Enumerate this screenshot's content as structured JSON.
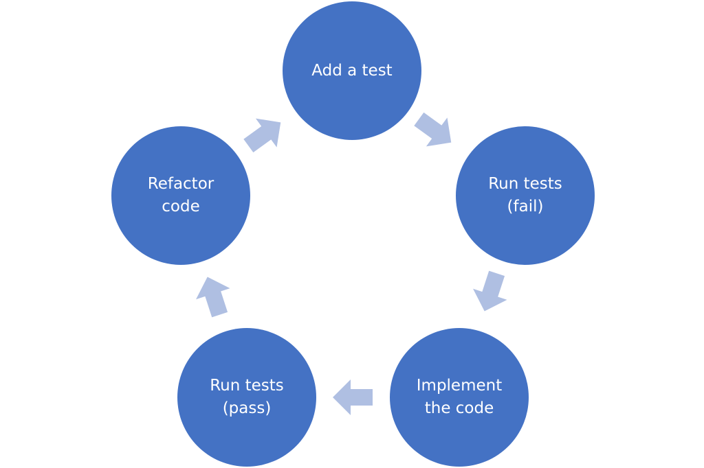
{
  "colors": {
    "node_fill": "#4472C4",
    "arrow_fill": "#AFBFE2",
    "label_text": "#FFFFFF"
  },
  "cycle": {
    "steps": [
      {
        "id": "add-test",
        "label": "Add a test"
      },
      {
        "id": "run-fail",
        "label": "Run tests\n(fail)"
      },
      {
        "id": "implement",
        "label": "Implement\nthe code"
      },
      {
        "id": "run-pass",
        "label": "Run tests\n(pass)"
      },
      {
        "id": "refactor",
        "label": "Refactor\ncode"
      }
    ]
  }
}
